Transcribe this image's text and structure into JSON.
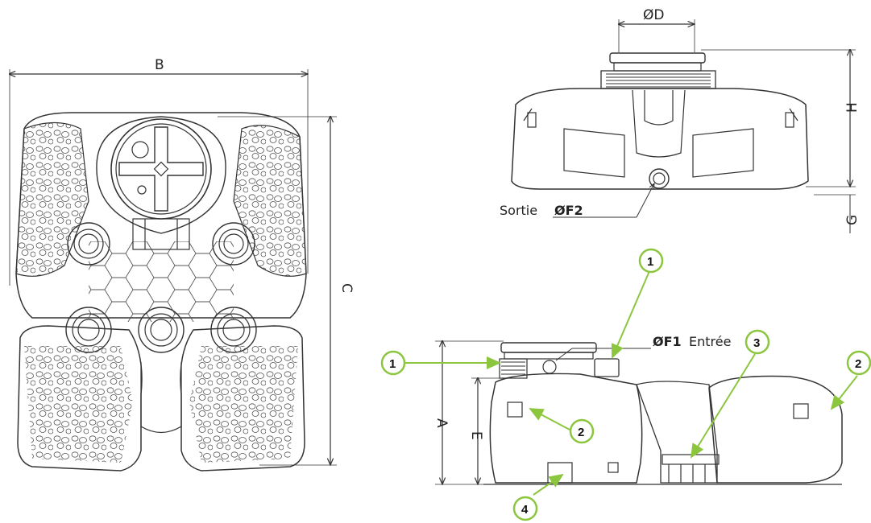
{
  "dimensions": {
    "B": "B",
    "C": "C",
    "D": "ØD",
    "H": "H",
    "G": "G",
    "A": "A",
    "E": "E",
    "F1": "ØF1",
    "F2": "ØF2"
  },
  "labels": {
    "sortie": "Sortie",
    "entree": "Entrée"
  },
  "callouts": {
    "c1_top": "1",
    "c1_left": "1",
    "c2_mid": "2",
    "c2_right": "2",
    "c3": "3",
    "c4": "4"
  },
  "colors": {
    "callout_ring": "#8cc63f",
    "line": "#333333"
  }
}
